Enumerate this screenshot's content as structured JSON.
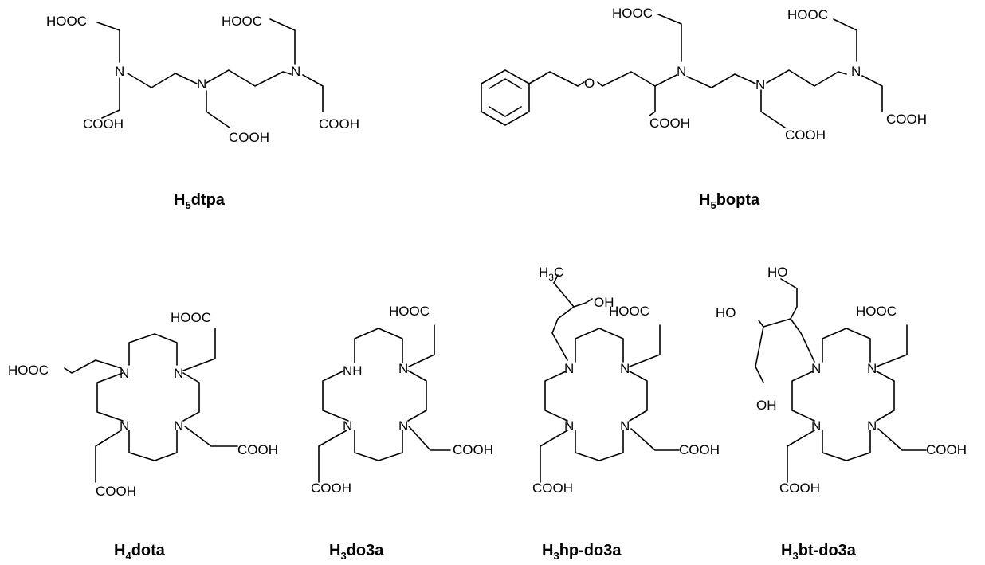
{
  "compounds": [
    {
      "key": "dtpa",
      "prefix": "H",
      "subscript": "5",
      "suffix": "dtpa",
      "groups": [
        "HOOC",
        "HOOC",
        "COOH",
        "COOH",
        "COOH"
      ],
      "atoms": [
        "N",
        "N",
        "N"
      ]
    },
    {
      "key": "bopta",
      "prefix": "H",
      "subscript": "5",
      "suffix": "bopta",
      "groups": [
        "HOOC",
        "HOOC",
        "COOH",
        "COOH",
        "COOH"
      ],
      "atoms": [
        "O",
        "N",
        "N",
        "N"
      ]
    },
    {
      "key": "dota",
      "prefix": "H",
      "subscript": "4",
      "suffix": "dota",
      "groups": [
        "HOOC",
        "HOOC",
        "COOH",
        "COOH"
      ],
      "atoms": [
        "N",
        "N",
        "N",
        "N"
      ]
    },
    {
      "key": "do3a",
      "prefix": "H",
      "subscript": "3",
      "suffix": "do3a",
      "groups": [
        "HOOC",
        "COOH",
        "COOH"
      ],
      "atoms": [
        "NH",
        "N",
        "N",
        "N"
      ]
    },
    {
      "key": "hpdo3a",
      "prefix": "H",
      "subscript": "3",
      "suffix": "hp-do3a",
      "groups": [
        "H",
        "3",
        "C",
        "OH",
        "HOOC",
        "COOH",
        "COOH"
      ],
      "atoms": [
        "N",
        "N",
        "N",
        "N"
      ]
    },
    {
      "key": "btdo3a",
      "prefix": "H",
      "subscript": "3",
      "suffix": "bt-do3a",
      "groups": [
        "HO",
        "HO",
        "OH",
        "HOOC",
        "COOH",
        "COOH"
      ],
      "atoms": [
        "N",
        "N",
        "N",
        "N"
      ]
    }
  ]
}
